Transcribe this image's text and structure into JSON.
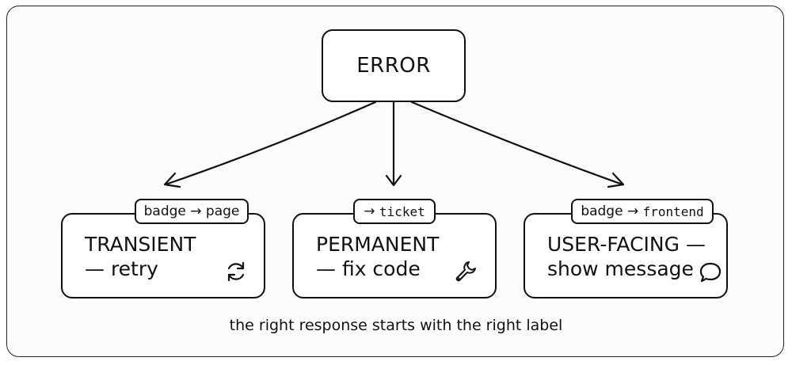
{
  "root": {
    "label": "ERROR"
  },
  "categories": [
    {
      "title": "TRANSIENT",
      "action": "— retry",
      "icon": "refresh-icon",
      "badge": {
        "prefix": "badge",
        "arrow": "→",
        "target": "page"
      }
    },
    {
      "title": "PERMANENT",
      "action": "— fix code",
      "icon": "wrench-icon",
      "badge": {
        "prefix": "",
        "arrow": "→",
        "target": "ticket"
      }
    },
    {
      "title": "USER-FACING —",
      "action": "show message",
      "icon": "speech-bubble-icon",
      "badge": {
        "prefix": "badge",
        "arrow": "→",
        "target": "frontend"
      }
    }
  ],
  "caption": "the right response starts with the right label"
}
